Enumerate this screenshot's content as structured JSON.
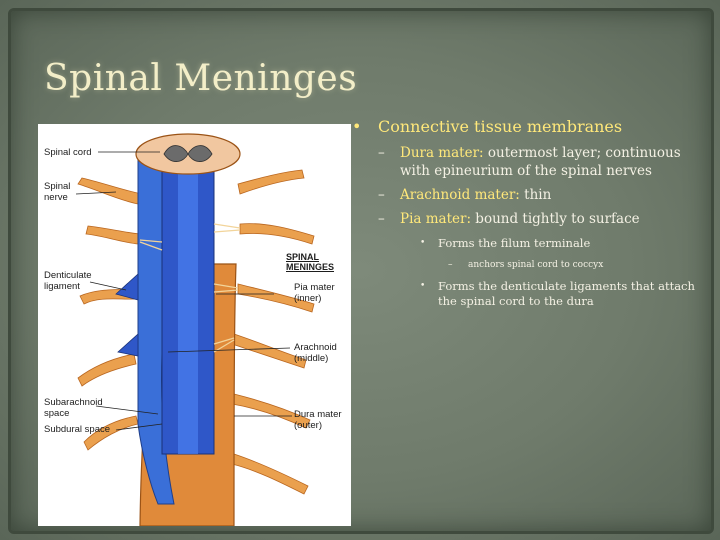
{
  "slide": {
    "title": "Spinal Meninges",
    "figure_labels": {
      "spinal_cord": "Spinal cord",
      "spinal_nerve": "Spinal nerve",
      "denticulate_ligament": "Denticulate ligament",
      "spinal_meninges": "SPINAL MENINGES",
      "pia_mater": "Pia mater (inner)",
      "arachnoid": "Arachnoid (middle)",
      "subarachnoid_space": "Subarachnoid space",
      "subdural_space": "Subdural space",
      "dura_mater": "Dura mater (outer)"
    },
    "bullet": "Connective tissue membranes",
    "sub_bullets": [
      {
        "term": "Dura mater:",
        "text": " outermost layer; continuous with epineurium of the spinal nerves"
      },
      {
        "term": "Arachnoid mater:",
        "text": " thin"
      },
      {
        "term": "Pia mater:",
        "text": " bound tightly to surface"
      }
    ],
    "pia_details": [
      "Forms the filum terminale",
      "anchors spinal cord to coccyx",
      "Forms the denticulate ligaments that attach the spinal cord to the dura"
    ],
    "colors": {
      "background": "#6f7b6b",
      "title": "#f3eec8",
      "accent": "#ffe87a",
      "text": "#f4f1e4",
      "dura": "#e08a3a",
      "arachnoid": "#3a6fd8",
      "pia": "#2f57c8"
    }
  }
}
